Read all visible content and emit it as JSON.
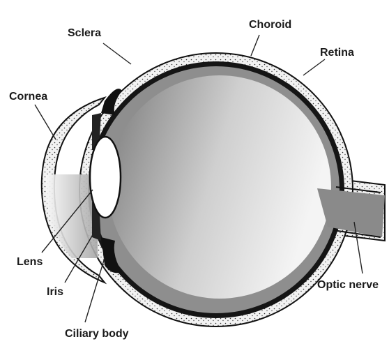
{
  "labels": {
    "sclera": "Sclera",
    "choroid": "Choroid",
    "retina": "Retina",
    "cornea": "Cornea",
    "lens": "Lens",
    "iris": "Iris",
    "ciliary_body": "Ciliary body",
    "optic_nerve": "Optic nerve"
  }
}
